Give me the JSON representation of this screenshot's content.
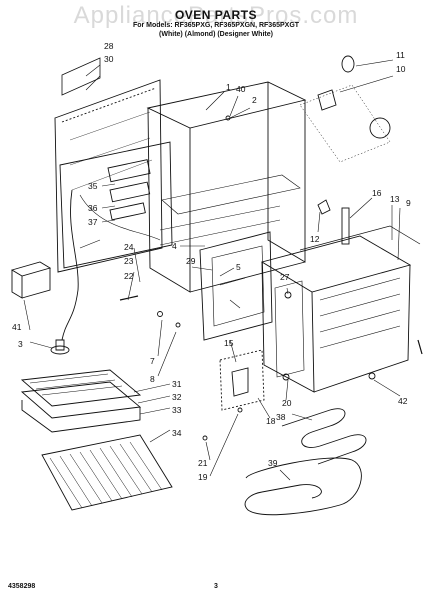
{
  "watermark": "AppliancePartsPros.com",
  "title": "OVEN PARTS",
  "subtitle": "For Models: RF365PXG, RF365PXGN, RF365PXGT",
  "variants": "(White)       (Almond)  (Designer White)",
  "footer": {
    "part_number": "4358298",
    "page": "3"
  },
  "callouts": [
    "1",
    "2",
    "3",
    "4",
    "5",
    "7",
    "8",
    "9",
    "10",
    "11",
    "12",
    "13",
    "15",
    "16",
    "18",
    "19",
    "20",
    "21",
    "22",
    "23",
    "24",
    "27",
    "28",
    "29",
    "30",
    "31",
    "32",
    "33",
    "34",
    "35",
    "36",
    "37",
    "38",
    "39",
    "40",
    "41",
    "42"
  ]
}
